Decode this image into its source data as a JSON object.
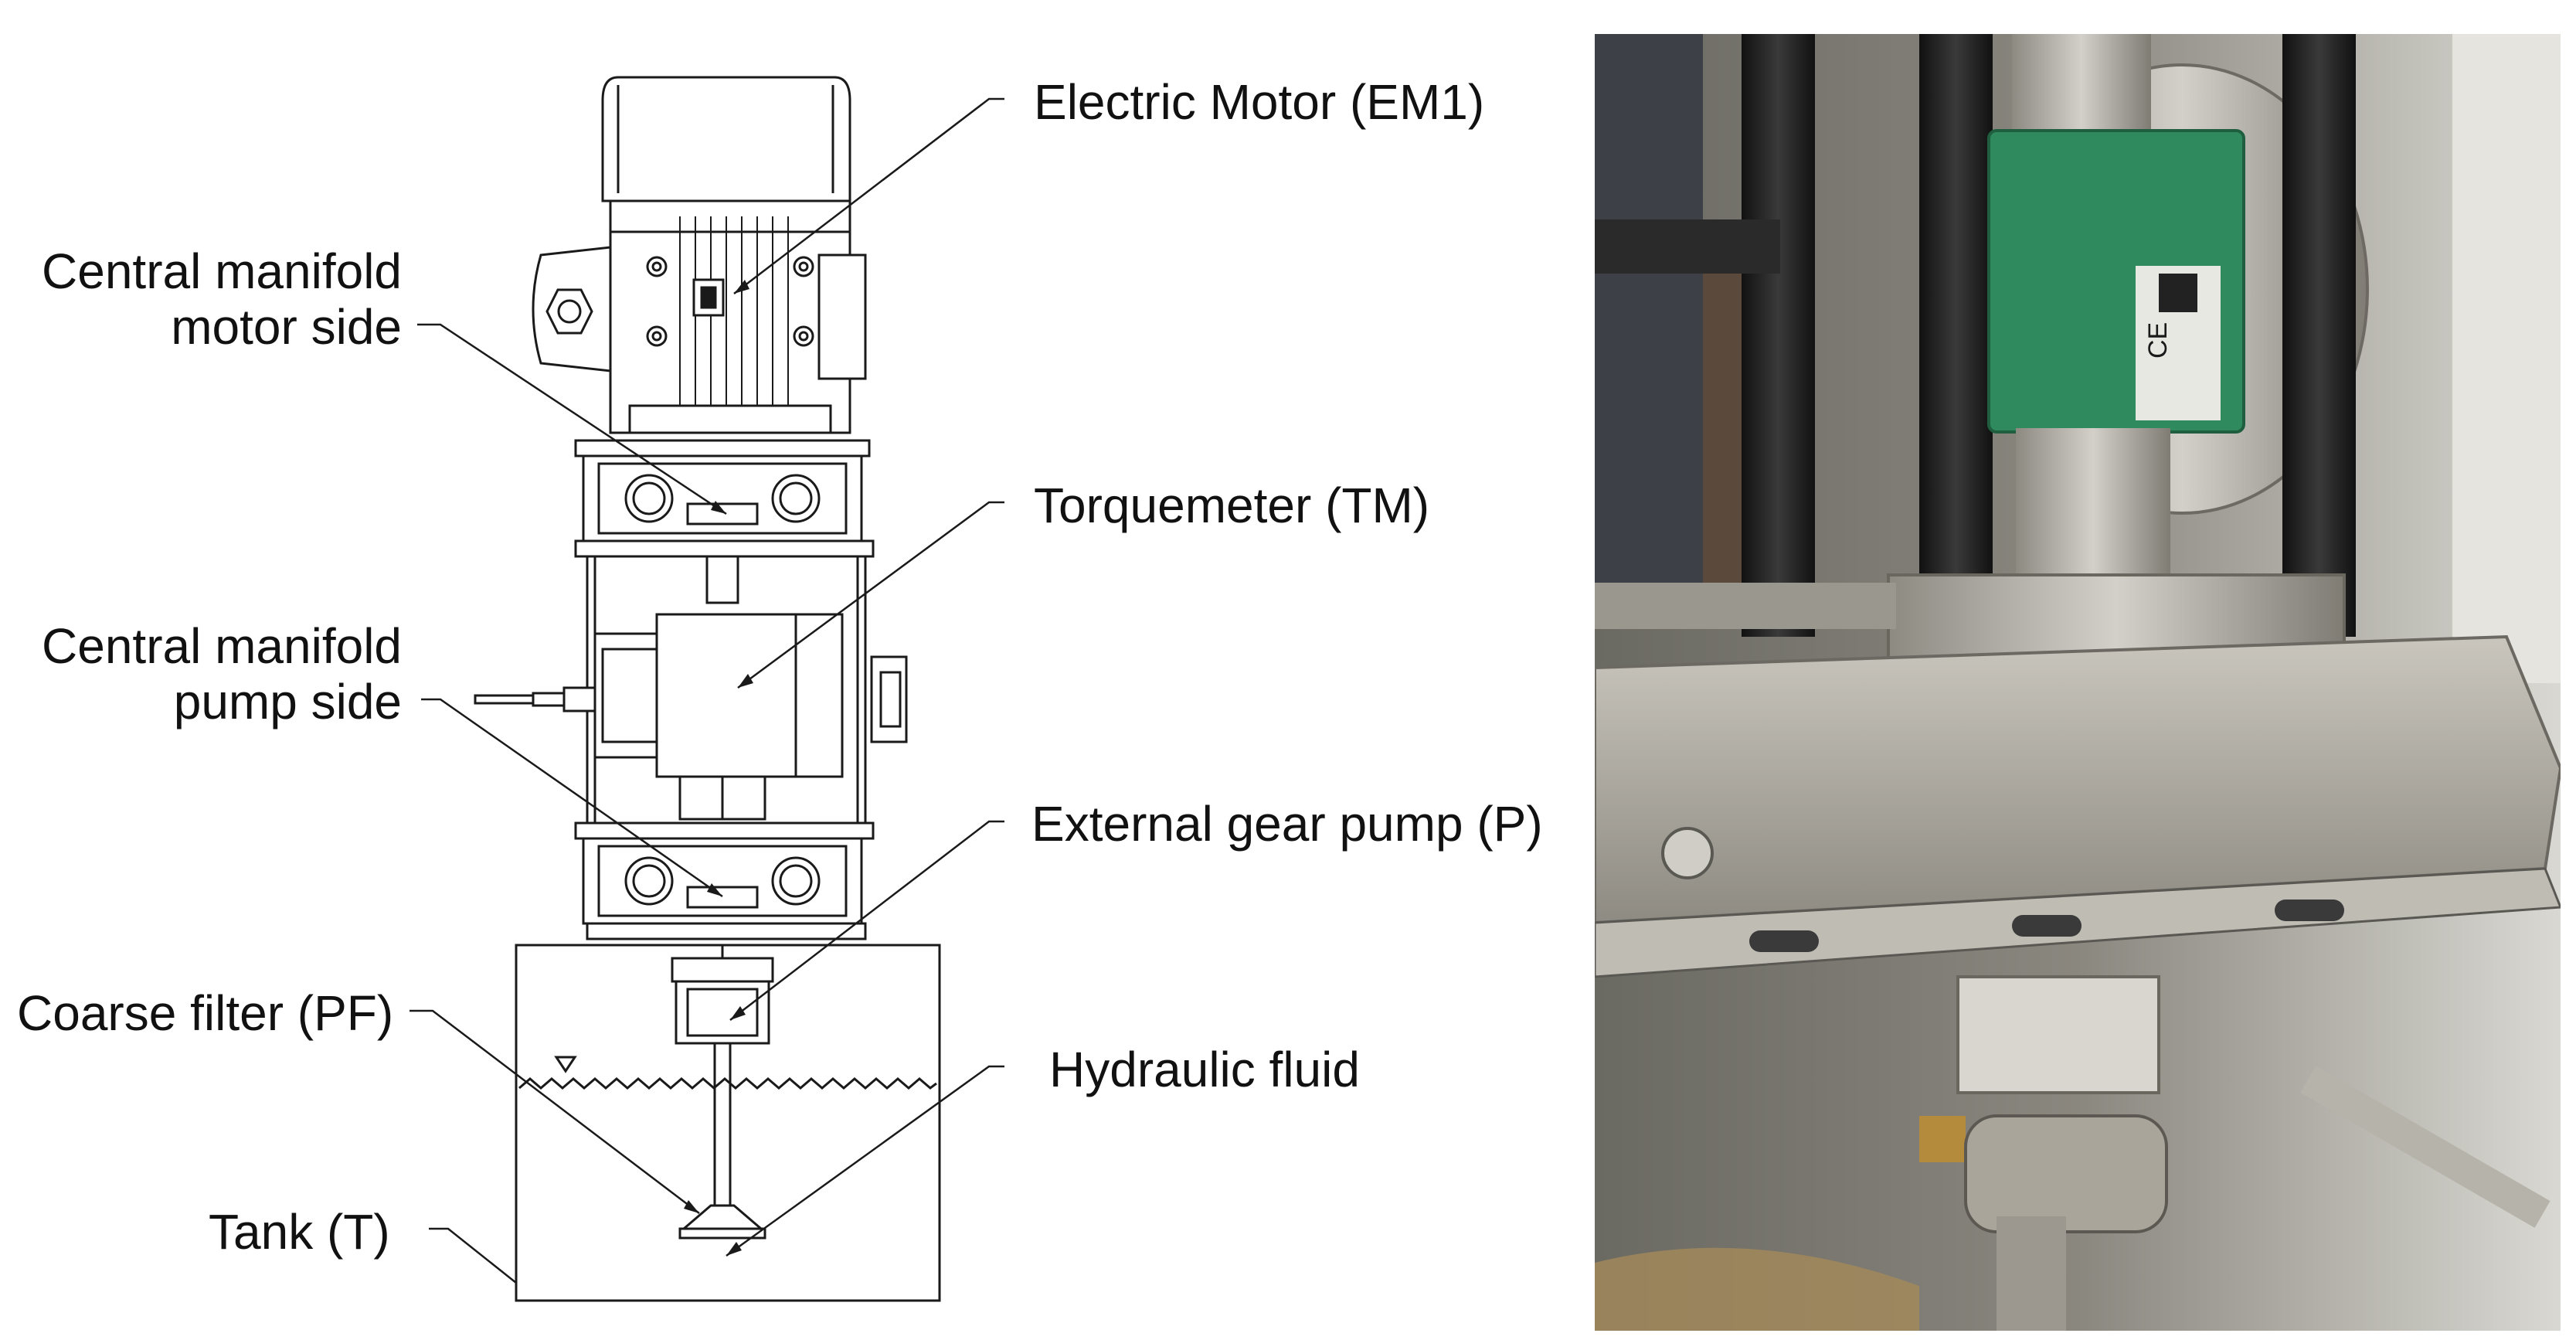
{
  "labels": {
    "electric_motor": "Electric Motor (EM1)",
    "manifold_motor_l1": "Central manifold",
    "manifold_motor_l2": "motor side",
    "torquemeter": "Torquemeter (TM)",
    "manifold_pump_l1": "Central manifold",
    "manifold_pump_l2": "pump side",
    "gear_pump": "External gear pump (P)",
    "coarse_filter": "Coarse filter (PF)",
    "hydraulic_fluid": "Hydraulic fluid",
    "tank": "Tank (T)"
  },
  "photo": {
    "torquemeter_badge_mark": "CE"
  },
  "colors": {
    "drawing_stroke": "#1a1a1a",
    "torquemeter_green": "#2f8a5e",
    "metal": "#b9b6ae",
    "rod_black": "#232323"
  }
}
